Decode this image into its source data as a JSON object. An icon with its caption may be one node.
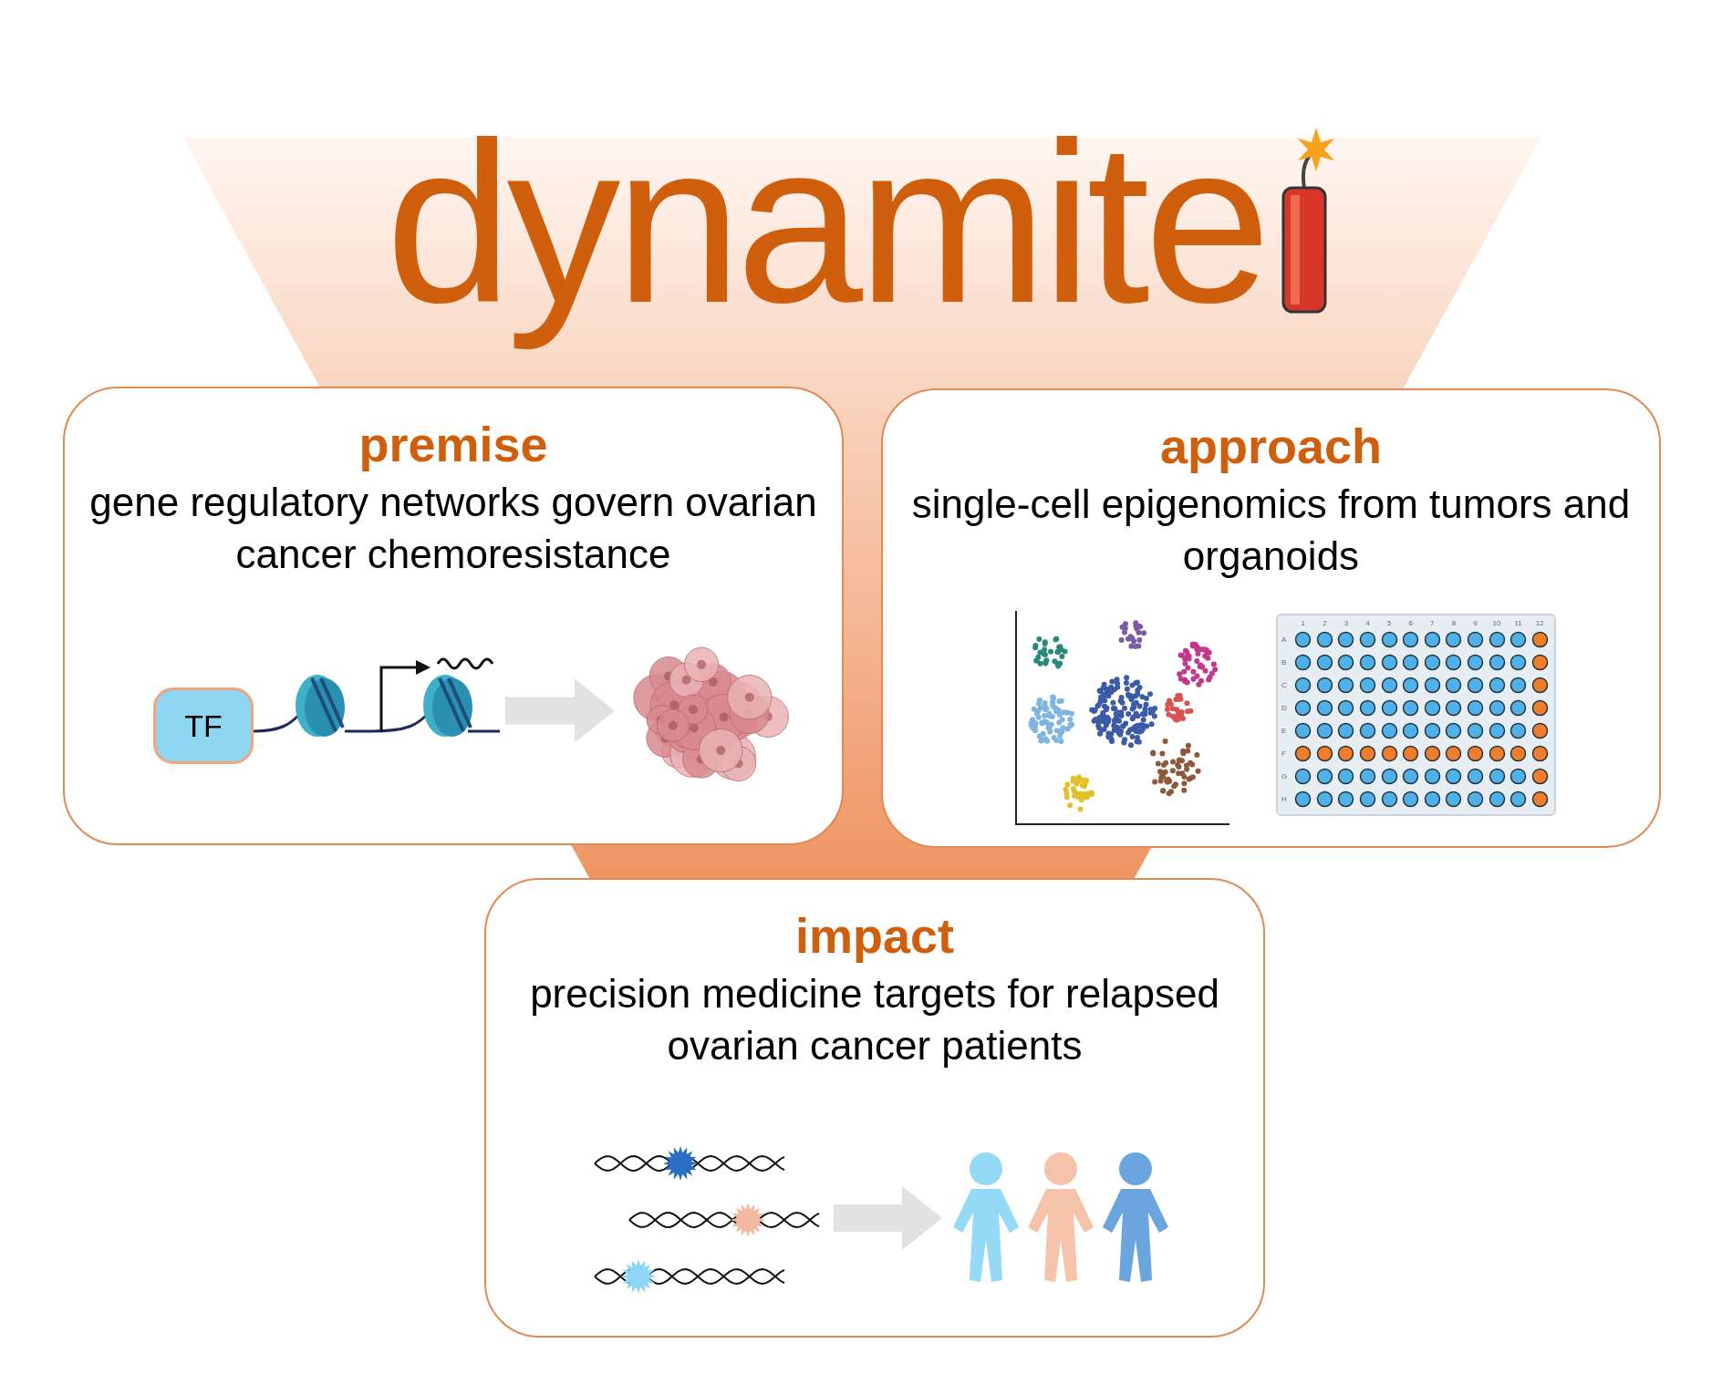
{
  "diagram": {
    "title": "dynamite",
    "nodes": [
      {
        "text": [
          "premise",
          "gene regulatory networks govern ovarian cancer chemoresistance"
        ]
      },
      {
        "text": [
          "approach",
          "single-cell epigenomics from tumors and organoids"
        ]
      },
      {
        "text": [
          "impact",
          "precision medicine targets for relapsed ovarian cancer patients"
        ]
      },
      {
        "text": [],
        "shape": "picture",
        "in": 0
      },
      {
        "text": [
          "TF"
        ],
        "in": 0
      },
      {
        "text": [],
        "shape": "picture",
        "in": 0
      },
      {
        "text": [],
        "shape": "picture",
        "in": 2
      },
      {
        "text": [],
        "shape": "picture",
        "in": 2
      }
    ],
    "edges": [
      {
        "from": 3,
        "to": 5,
        "arrow": "to"
      },
      {
        "from": 6,
        "to": 7,
        "arrow": "to"
      }
    ],
    "labels": [
      "1",
      "2",
      "3",
      "4",
      "5",
      "6",
      "7",
      "8",
      "9",
      "10",
      "11",
      "12",
      "A",
      "B",
      "C",
      "D",
      "E",
      "F",
      "G",
      "H"
    ]
  }
}
